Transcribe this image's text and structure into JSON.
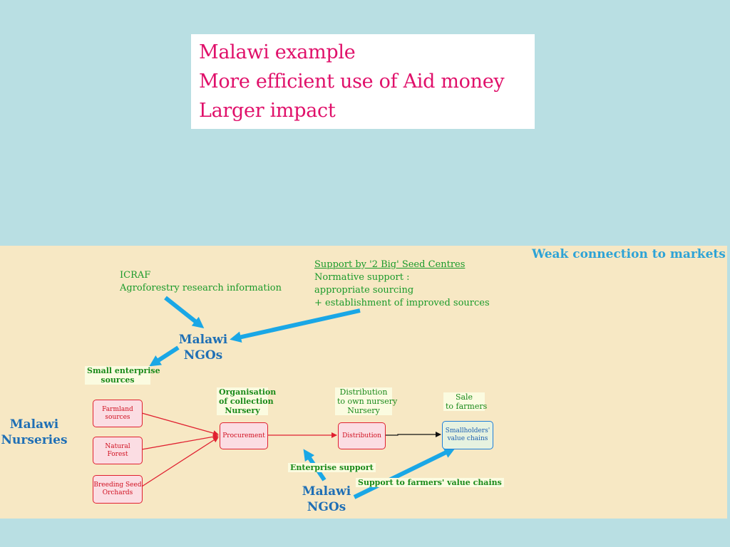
{
  "title": {
    "line1": "Malawi example",
    "line2": "More efficient use of  Aid money",
    "line3": "Larger impact"
  },
  "diagram": {
    "weak_connection": "Weak connection to markets",
    "icraf_line1": "ICRAF",
    "icraf_line2": "Agroforestry research information",
    "support_title": "Support by '2 Big' Seed Centres",
    "support_line2": "Normative support :",
    "support_line3": "appropriate sourcing",
    "support_line4": "+ establishment of improved sources",
    "ngos_top_line1": "Malawi",
    "ngos_top_line2": "NGOs",
    "small_enterprise_line1": "Small enterprise",
    "small_enterprise_line2": "sources",
    "nurseries_line1": "Malawi",
    "nurseries_line2": "Nurseries",
    "organisation_line1": "Organisation",
    "organisation_line2": "of collection",
    "organisation_line3": "Nursery",
    "distribution_label_line1": "Distribution",
    "distribution_label_line2": "to own nursery",
    "distribution_label_line3": "Nursery",
    "sale_line1": "Sale",
    "sale_line2": "to farmers",
    "node_farmland_line1": "Farmland",
    "node_farmland_line2": "sources",
    "node_natural_line1": "Natural",
    "node_natural_line2": "Forest",
    "node_breeding_line1": "Breeding Seed",
    "node_breeding_line2": "Orchards",
    "node_procurement": "Procurement",
    "node_distribution": "Distribution",
    "node_smallholders_line1": "Smallholders'",
    "node_smallholders_line2": "value chains",
    "enterprise_support": "Enterprise support",
    "support_farmers": "Support to farmers' value chains",
    "ngos_bottom_line1": "Malawi",
    "ngos_bottom_line2": "NGOs"
  },
  "colors": {
    "title_text": "#e0106a",
    "background": "#b9dfe3",
    "panel": "#f7e8c4",
    "blue_arrow": "#1aa7e6",
    "red_arrow": "#e02030",
    "green_text": "#1a9a2a",
    "blue_text": "#1f6fb5"
  }
}
